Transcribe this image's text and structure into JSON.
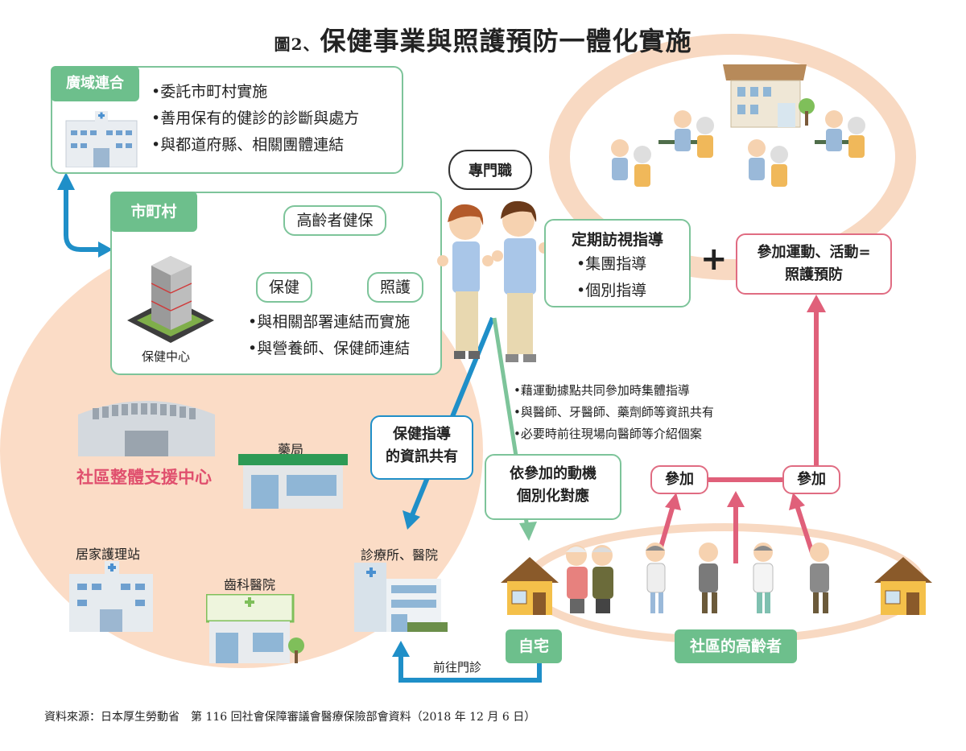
{
  "title": {
    "prefix": "圖2、",
    "main": "保健事業與照護預防一體化實施"
  },
  "wide_area": {
    "tag": "廣域連合",
    "bullets": [
      "•委託市町村實施",
      "•善用保有的健診的診斷與處方",
      "•與都道府縣、相關團體連結"
    ]
  },
  "municipality": {
    "tag": "市町村",
    "health_center": "保健中心",
    "nodes": {
      "elderly_insurance": "高齡者健保",
      "health": "保健",
      "care": "照護"
    },
    "bullets": [
      "•與相關部署連結而實施",
      "•與營養師、保健師連結"
    ]
  },
  "professional": {
    "label": "專門職"
  },
  "regular_visit": {
    "title": "定期訪視指導",
    "bullets": [
      "•集團指導",
      "•個別指導"
    ]
  },
  "plus": "+",
  "participation": {
    "line1": "參加運動、活動=",
    "line2": "照護預防"
  },
  "community_center": "社區整體支援中心",
  "pharmacy": "藥局",
  "home_nursing": "居家護理站",
  "dental": "齒科醫院",
  "clinic": "診療所、醫院",
  "info_share": {
    "line1": "保健指導",
    "line2": "的資訊共有"
  },
  "motivation": {
    "line1": "依參加的動機",
    "line2": "個別化對應"
  },
  "notes": [
    "•藉運動據點共同參加時集體指導",
    "•與醫師、牙醫師、藥劑師等資訊共有",
    "•必要時前往現場向醫師等介紹個案"
  ],
  "join_left": "參加",
  "join_right": "參加",
  "home": "自宅",
  "community_elderly": "社區的高齡者",
  "visit_clinic": "前往門診",
  "source": "資料來源：日本厚生勞動省　第 116 回社會保障審議會醫療保險部會資料（2018 年 12 月 6 日）"
}
